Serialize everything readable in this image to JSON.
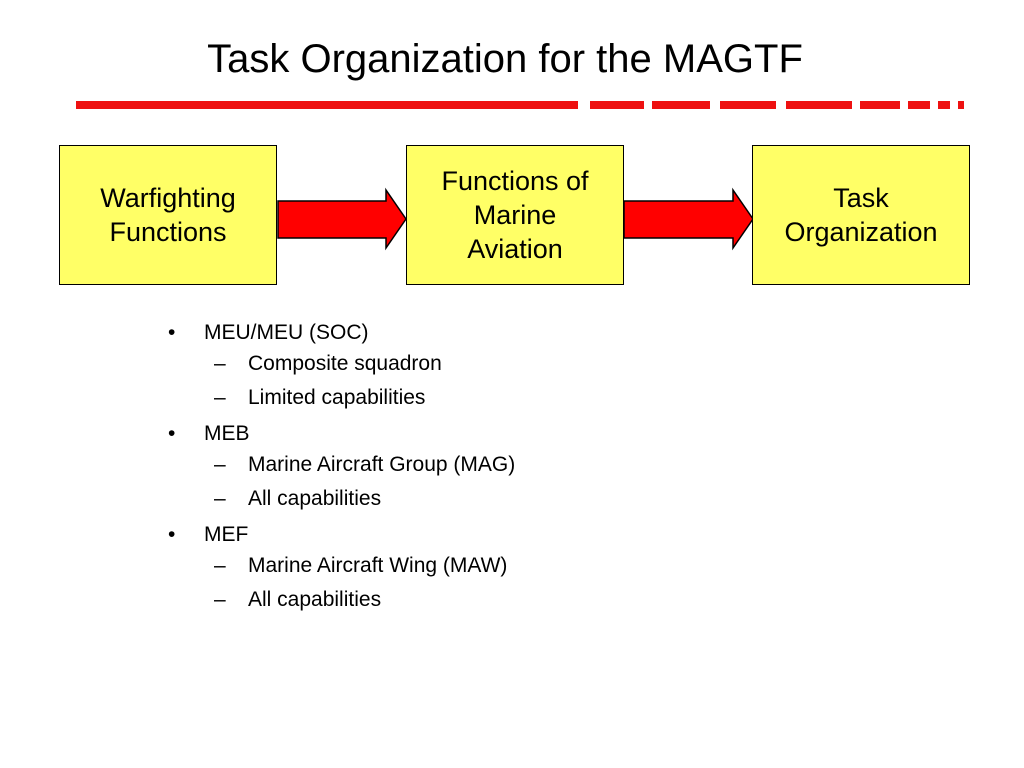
{
  "slide": {
    "title": "Task Organization for the MAGTF",
    "accent_color": "#ee1111",
    "box_color": "#ffff66"
  },
  "flow": {
    "boxes": [
      {
        "label": "Warfighting\nFunctions"
      },
      {
        "label": "Functions of\nMarine\nAviation"
      },
      {
        "label": "Task\nOrganization"
      }
    ]
  },
  "bullets": [
    {
      "text": "MEU/MEU (SOC)",
      "subs": [
        "Composite squadron",
        "Limited capabilities"
      ]
    },
    {
      "text": "MEB",
      "subs": [
        "Marine Aircraft Group (MAG)",
        "All capabilities"
      ]
    },
    {
      "text": "MEF",
      "subs": [
        "Marine Aircraft Wing (MAW)",
        "All capabilities"
      ]
    }
  ],
  "markers": {
    "bullet": "•",
    "dash": "–"
  }
}
